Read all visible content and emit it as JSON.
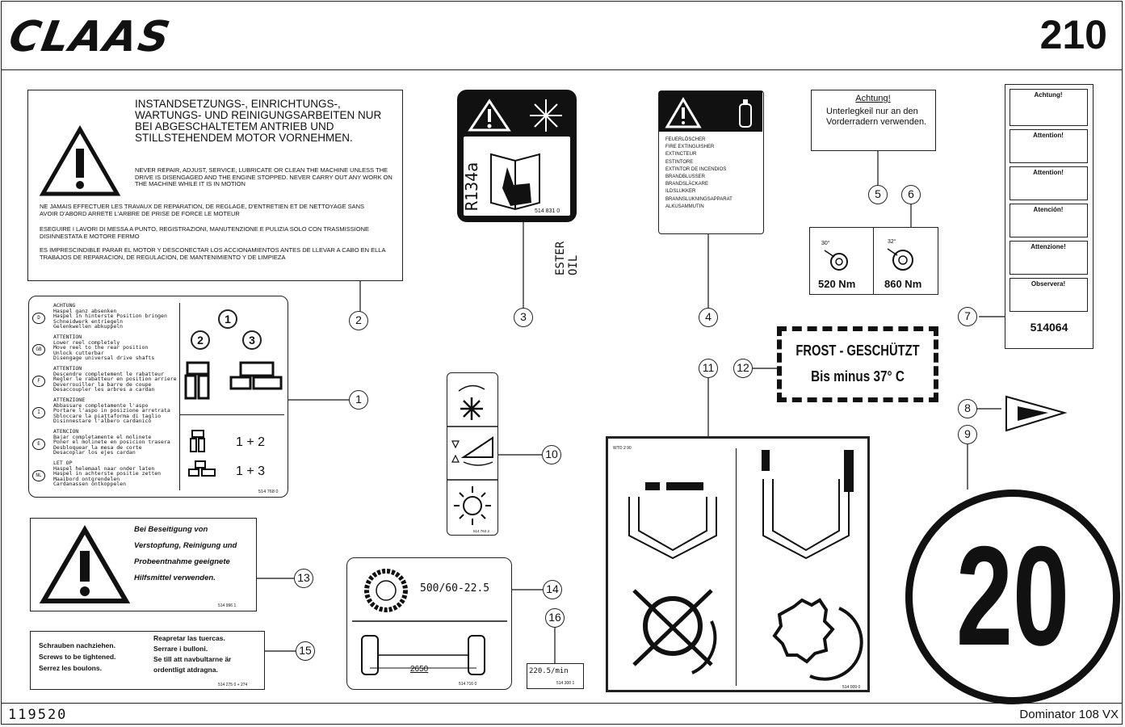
{
  "header": {
    "brand": "CLAAS",
    "page_number": "210"
  },
  "footer": {
    "doc_number": "119520",
    "model": "Dominator 108 VX"
  },
  "callouts": [
    "1",
    "2",
    "3",
    "4",
    "5",
    "6",
    "7",
    "8",
    "9",
    "10",
    "11",
    "12",
    "13",
    "14",
    "15",
    "16"
  ],
  "decal2": {
    "de": "INSTANDSETZUNGS-, EINRICHTUNGS-, WARTUNGS- UND REINIGUNGSARBEITEN NUR BEI ABGESCHALTETEM ANTRIEB UND STILLSTEHENDEM MOTOR VORNEHMEN.",
    "en": "NEVER REPAIR, ADJUST, SERVICE, LUBRICATE OR CLEAN THE MACHINE UNLESS THE DRIVE IS DISENGAGED AND THE ENGINE STOPPED. NEVER CARRY OUT ANY WORK ON THE MACHINE WHILE IT IS IN MOTION",
    "fr": "NE JAMAIS EFFECTUER LES TRAVAUX DE REPARATION, DE REGLAGE, D'ENTRETIEN ET DE NETTOYAGE SANS AVOIR D'ABORD ARRETE L'ARBRE DE PRISE DE FORCE LE MOTEUR",
    "it": "ESEGUIRE I LAVORI DI MESSA A PUNTO, REGISTRAZIONI, MANUTENZIONE E PULIZIA SOLO CON TRASMISSIONE DISINNESTATA E MOTORE FERMO",
    "es": "ES IMPRESCINDIBLE PARAR EL MOTOR Y DESCONECTAR LOS ACCIONAMIENTOS ANTES DE LLEVAR A CABO EN ELLA TRABAJOS DE REPARACION, DE REGULACION, DE MANTENIMIENTO Y DE LIMPIEZA"
  },
  "decal3": {
    "refrigerant": "R134a",
    "oil": "ESTER OIL",
    "part": "514 831 0"
  },
  "decal4": {
    "rows": [
      "FEUERLÖSCHER",
      "FIRE EXTINGUISHER",
      "EXTINCTEUR",
      "ESTINTORE",
      "EXTINTOR DE INCENDIOS",
      "BRANDBLUSSER",
      "BRANDSLÄCKARE",
      "ILDSLUKKER",
      "BRANNSLUKNINGSAPPARAT",
      "ALKUSAMMUTIN"
    ]
  },
  "decal5": {
    "title": "Achtung!",
    "text": "Unterlegkeil nur an den Vorderradern verwenden."
  },
  "decal6": {
    "left_torque": "520 Nm",
    "right_torque": "860 Nm",
    "left_angle": "30°",
    "right_angle": "32°"
  },
  "decal7": {
    "headers": [
      "Achtung!",
      "Attention!",
      "Attention!",
      "Atención!",
      "Attenzione!",
      "Observera!"
    ],
    "part": "514064"
  },
  "decal12": {
    "line1": "FROST - GESCHÜTZT",
    "line2": "Bis minus 37° C"
  },
  "decal9": {
    "speed": "20"
  },
  "decal1": {
    "blocks": [
      {
        "code": "D",
        "head": "ACHTUNG",
        "lines": [
          "Haspel ganz absenken",
          "Haspel in hinterste Position bringen",
          "Schneidwerk entriegeln",
          "Gelenkwellen abkuppeln"
        ]
      },
      {
        "code": "GB",
        "head": "ATTENTION",
        "lines": [
          "Lower reel completely",
          "Move reel to the rear position",
          "Unlock cutterbar",
          "Disengage universal drive shafts"
        ]
      },
      {
        "code": "F",
        "head": "ATTENTION",
        "lines": [
          "Descendre completement le rabatteur",
          "Regler le rabatteur en position arriere",
          "Deverrouiller la barre de coupe",
          "Desaccoupler les arbres a cardan"
        ]
      },
      {
        "code": "I",
        "head": "ATTENZIONE",
        "lines": [
          "Abbassare completamente l'aspo",
          "Portare l'aspo in posizione arretrata",
          "Sbloccare la piattaforma di taglio",
          "Disinnestare l'albero cardanico"
        ]
      },
      {
        "code": "E",
        "head": "ATENCION",
        "lines": [
          "Bajar completamente el molinete",
          "Poner el molinete en posicion trasera",
          "Desbloquear la mesa de corte",
          "Desacoplar los ejes cardan"
        ]
      },
      {
        "code": "NL",
        "head": "LET OP",
        "lines": [
          "Haspel helemaal naar onder laten",
          "Haspel in achterste positie zetten",
          "Maaibord ontgrendelen",
          "Cardanassen ontkoppelen"
        ]
      }
    ],
    "nums": [
      "1",
      "2",
      "3"
    ],
    "combo1": "1 + 2",
    "combo2": "1 + 3",
    "part": "514 768 0"
  },
  "decal13": {
    "text": "Bei Beseitigung von Verstopfung, Reinigung und Probeentnahme geeignete Hilfsmittel verwenden.",
    "part": "514 996 1"
  },
  "decal14": {
    "tyre": "500/60-22.5",
    "width": "2650",
    "part": "514 716 0"
  },
  "decal15": {
    "left": [
      "Schrauben nachziehen.",
      "Screws to be tightened.",
      "Serrez les boulons."
    ],
    "right": [
      "Reapretar las tuercas.",
      "Serrare i bulloni.",
      "Se till att navbultarne är ordentligt atdragna."
    ],
    "part": "514 275 0 + 274"
  },
  "decal16": {
    "speed": "220.5/min",
    "part": "514 300 1"
  },
  "decal10": {
    "part": "514 763 2"
  },
  "decal11": {
    "part": "514 009 0",
    "code": "WTO 2 90"
  }
}
